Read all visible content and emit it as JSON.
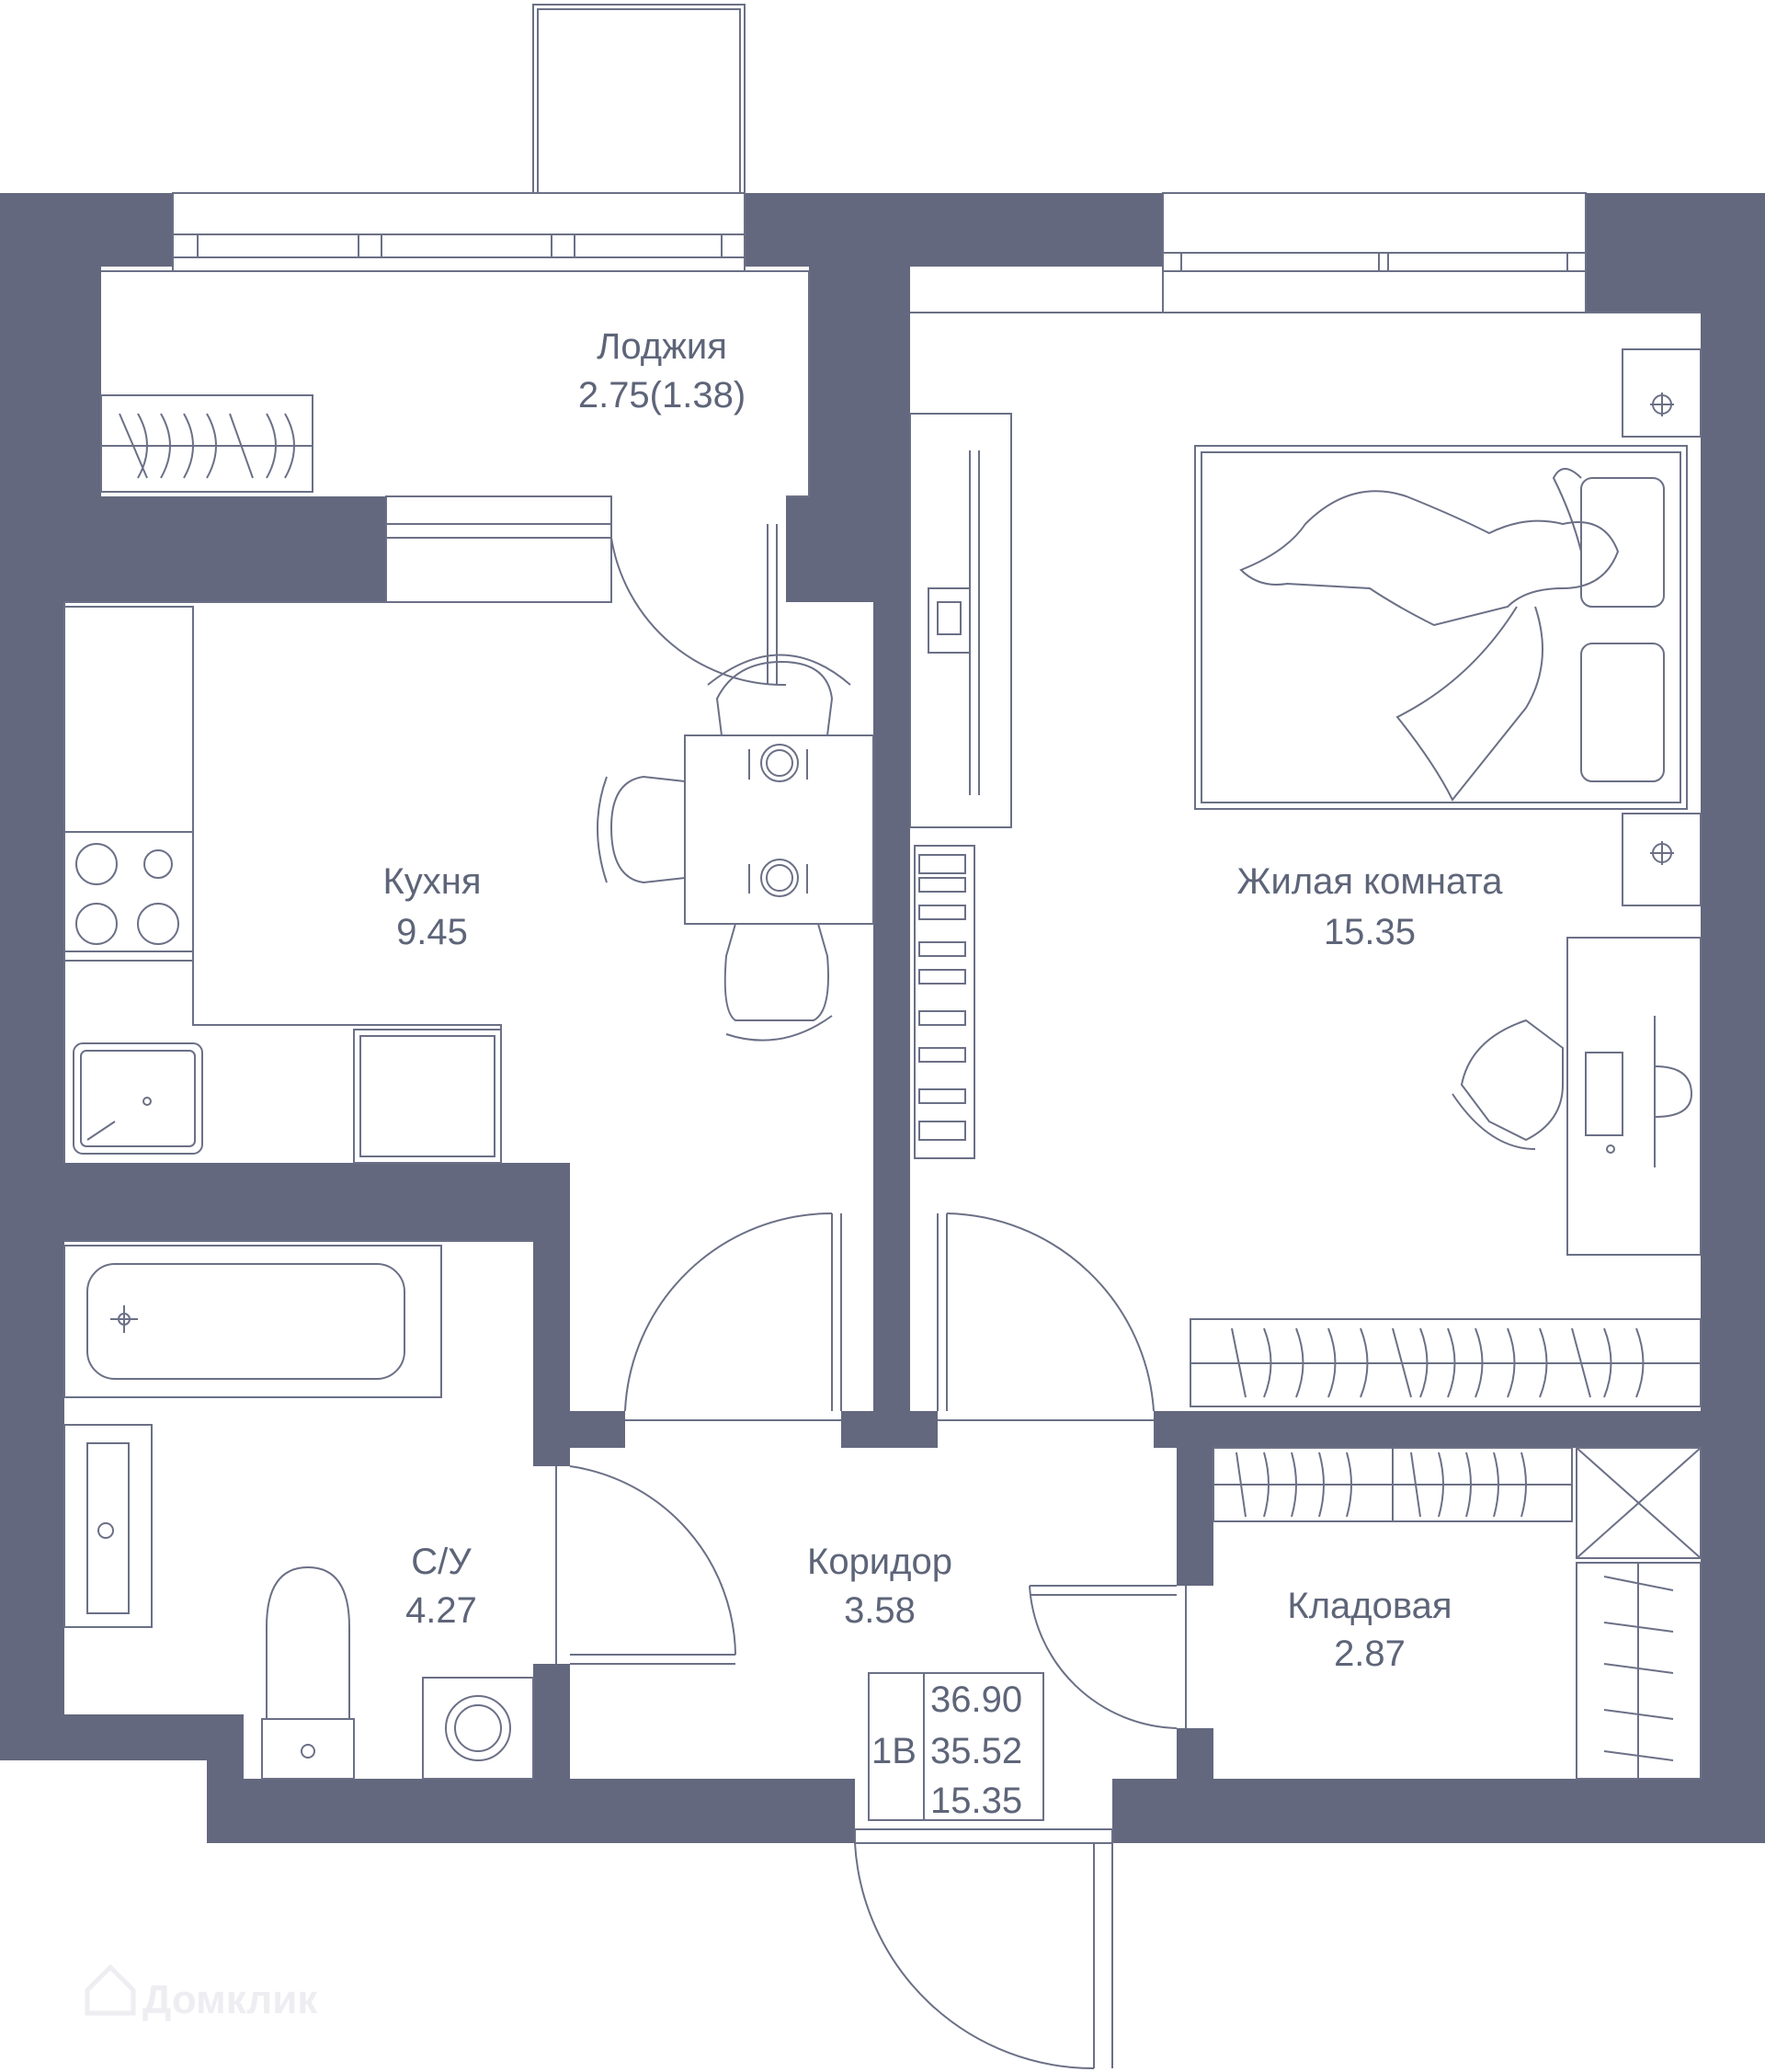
{
  "colors": {
    "wall": "#63687e",
    "line": "#6b7086",
    "text": "#5e6579",
    "watermark": "#eeeef2"
  },
  "rooms": {
    "loggia": {
      "name": "Лоджия",
      "area": "2.75(1.38)"
    },
    "kitchen": {
      "name": "Кухня",
      "area": "9.45"
    },
    "living": {
      "name": "Жилая комната",
      "area": "15.35"
    },
    "bathroom": {
      "name": "С/У",
      "area": "4.27"
    },
    "corridor": {
      "name": "Коридор",
      "area": "3.58"
    },
    "storage": {
      "name": "Кладовая",
      "area": "2.87"
    }
  },
  "stamp": {
    "type": "1В",
    "total": "36.90",
    "usable": "35.52",
    "living": "15.35"
  },
  "watermark": {
    "text": "Домклик",
    "icon": "house-icon"
  }
}
